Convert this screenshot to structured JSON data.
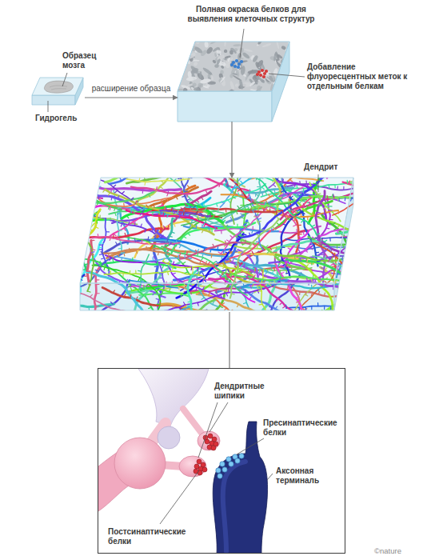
{
  "diagram": {
    "nodes": [
      {
        "text": [
          "Образец мозга",
          "Гидрогель"
        ]
      },
      {
        "text": [
          "Полная окраска белков для выявления клеточных структур",
          "Добавление флуоресцентных меток к отдельным белкам"
        ]
      },
      {
        "text": [
          "Дендрит"
        ]
      },
      {
        "text": [
          "Дендритные шипики",
          "Пресинаптические белки",
          "Аксонная терминаль",
          "Постсинаптические белки"
        ]
      }
    ],
    "edges": [
      {
        "from": 0,
        "to": 1,
        "label": "расширение образца",
        "arrow": "to"
      },
      {
        "from": 1,
        "to": 2,
        "arrow": "to"
      },
      {
        "from": 2,
        "to": 3,
        "arrow": "none"
      }
    ],
    "labels": [
      "©nature"
    ]
  }
}
